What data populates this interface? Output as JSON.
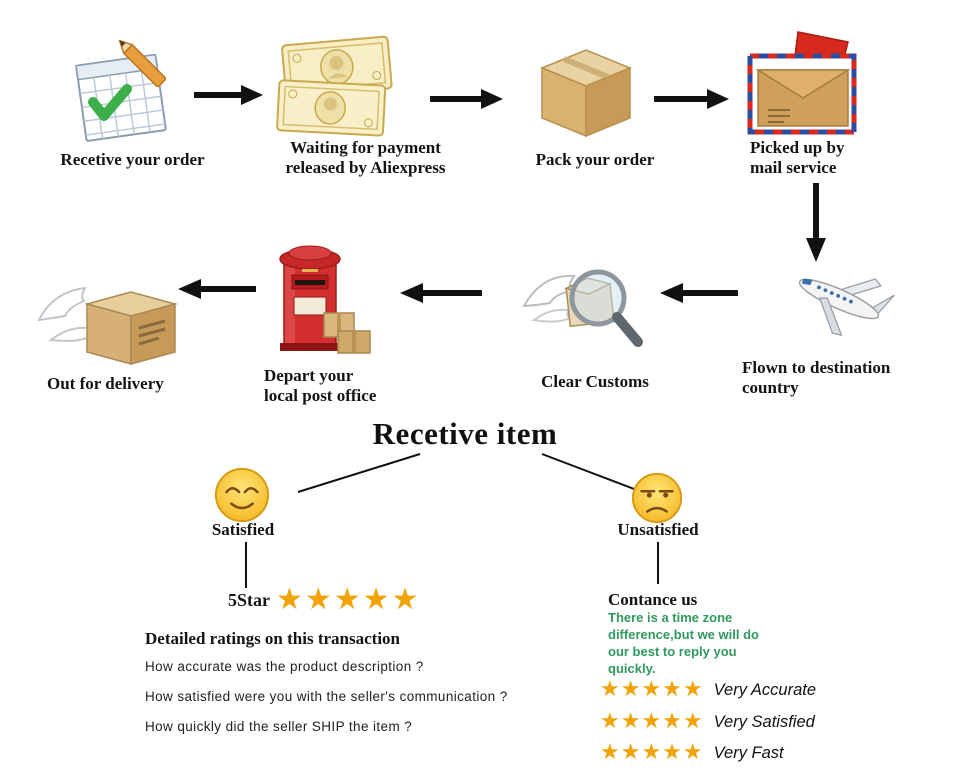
{
  "title": "Recetive item",
  "row1": {
    "step1": "Recetive your order",
    "step2": "Waiting for payment\nreleased by Aliexpress",
    "step3": "Pack your order",
    "step4": "Picked up by\nmail service"
  },
  "row2": {
    "flown": "Flown to destination\ncountry",
    "customs": "Clear Customs",
    "depart": "Depart your\nlocal post office",
    "delivery": "Out for delivery"
  },
  "satisfied": {
    "label": "Satisfied",
    "stars_prefix": "5Star",
    "stars": "★★★★★",
    "heading": "Detailed ratings on this transaction",
    "questions": [
      "How accurate was the product description ?",
      "How satisfied were you with the seller's communication ?",
      "How quickly did the seller SHIP the item ?"
    ]
  },
  "unsatisfied": {
    "label": "Unsatisfied",
    "heading": "Contance us",
    "note": "There is a time zone difference,but we will do  our best to reply you quickly.",
    "ratings": [
      {
        "stars": "★★★★★",
        "label": "Very Accurate"
      },
      {
        "stars": "★★★★★",
        "label": "Very Satisfied"
      },
      {
        "stars": "★★★★★",
        "label": "Very Fast"
      }
    ]
  },
  "colors": {
    "star_gold": "#f0a40a",
    "note_green": "#2f9960",
    "arrow_black": "#111111"
  }
}
